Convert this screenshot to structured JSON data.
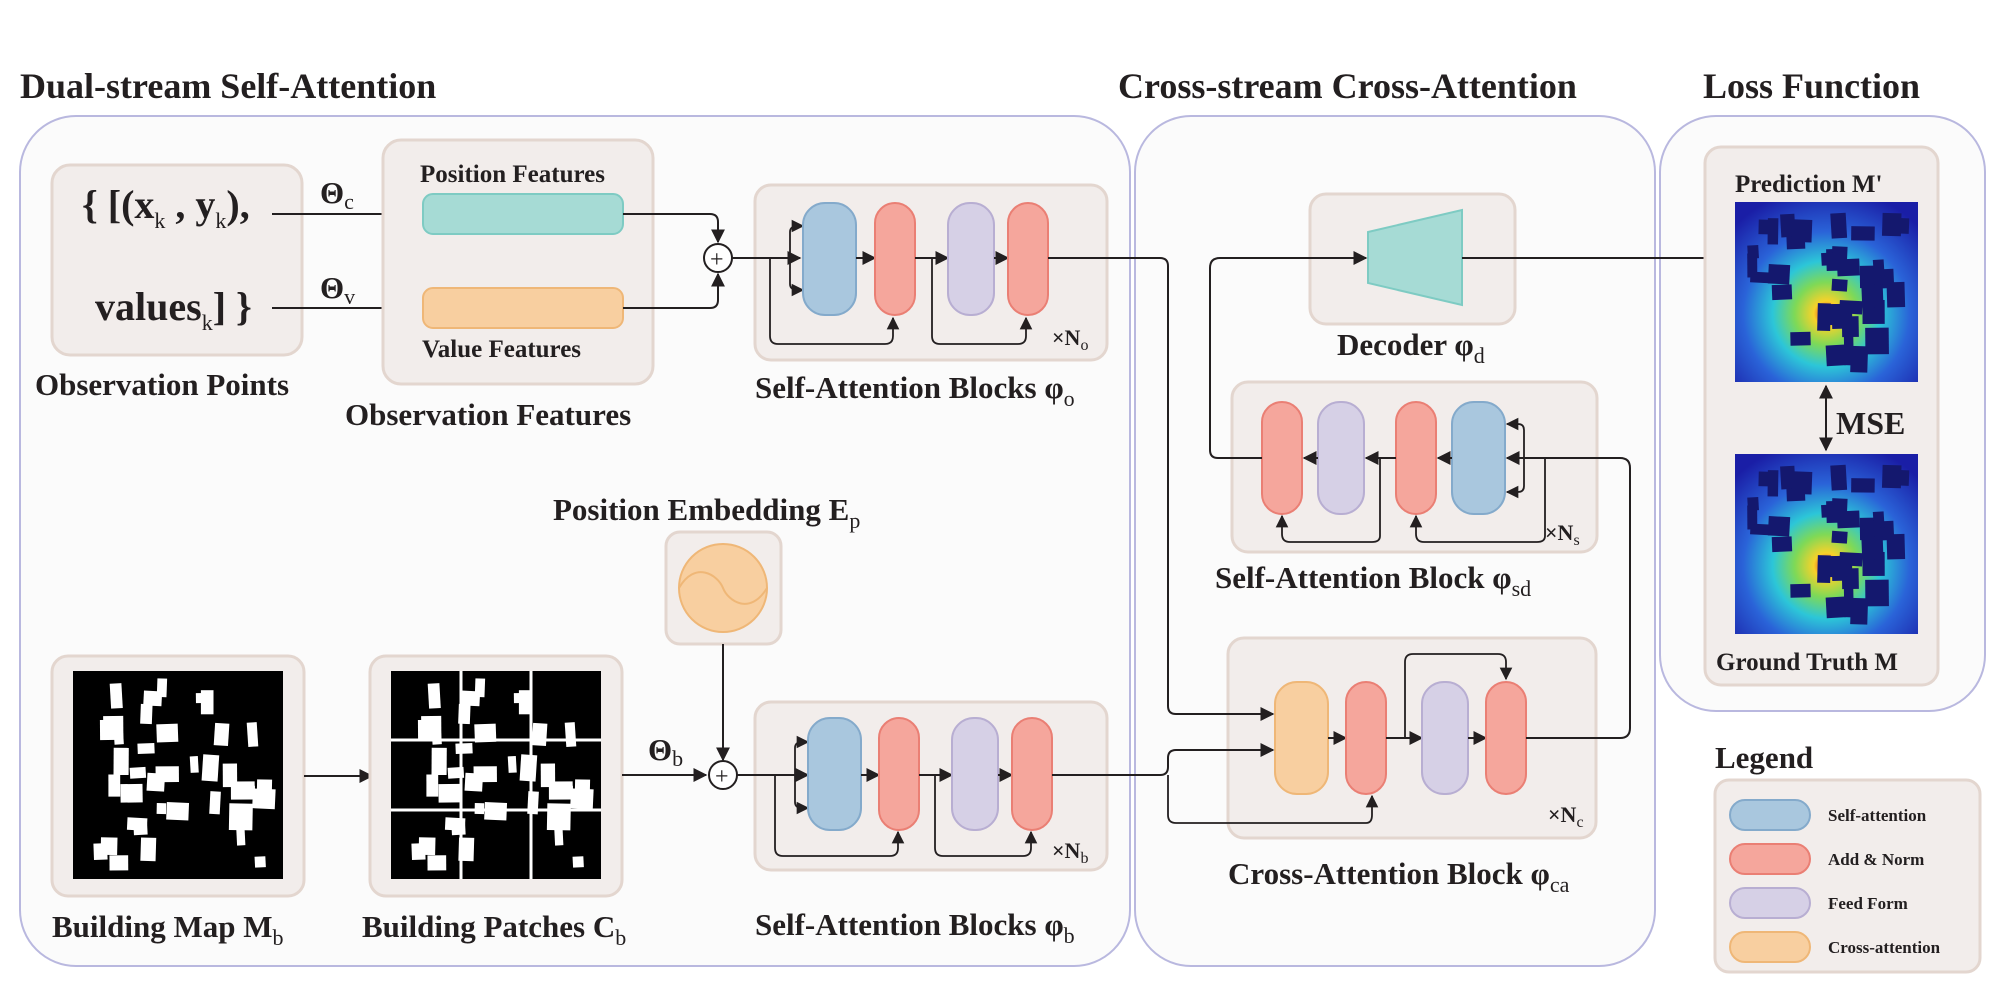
{
  "sections": {
    "dual": "Dual-stream Self-Attention",
    "cross": "Cross-stream Cross-Attention",
    "loss": "Loss Function"
  },
  "observation": {
    "points_line1": "{ [(x",
    "points_line1_sub1": "k",
    "points_line1_mid": " , y",
    "points_line1_sub2": "k",
    "points_line1_end": "),",
    "points_line2": "values",
    "points_line2_sub": "k",
    "points_line2_end": "] }",
    "points_label": "Observation Points",
    "theta_c": "Θ",
    "theta_c_sub": "c",
    "theta_v": "Θ",
    "theta_v_sub": "v",
    "position_features": "Position Features",
    "value_features": "Value Features",
    "features_label": "Observation Features",
    "sab_o_label": "Self-Attention Blocks φ",
    "sab_o_sub": "o",
    "times_no": "×N",
    "times_no_sub": "o"
  },
  "building": {
    "pos_embed_label": "Position Embedding E",
    "pos_embed_sub": "p",
    "map_label": "Building Map M",
    "map_sub": "b",
    "patches_label": "Building Patches C",
    "patches_sub": "b",
    "theta_b": "Θ",
    "theta_b_sub": "b",
    "sab_b_label": "Self-Attention Blocks φ",
    "sab_b_sub": "b",
    "times_nb": "×N",
    "times_nb_sub": "b"
  },
  "cross": {
    "decoder_label": "Decoder φ",
    "decoder_sub": "d",
    "sa_block_label": "Self-Attention Block φ",
    "sa_block_sub": "sd",
    "times_ns": "×N",
    "times_ns_sub": "s",
    "ca_block_label": "Cross-Attention Block φ",
    "ca_block_sub": "ca",
    "times_nc": "×N",
    "times_nc_sub": "c"
  },
  "loss": {
    "prediction": "Prediction M'",
    "mse": "MSE",
    "ground_truth": "Ground Truth M"
  },
  "legend": {
    "title": "Legend",
    "items": [
      {
        "label": "Self-attention",
        "color": "#a9c7de",
        "stroke": "#84aacb"
      },
      {
        "label": "Add & Norm",
        "color": "#f5a69c",
        "stroke": "#ea7f74"
      },
      {
        "label": "Feed Form",
        "color": "#d6d0e6",
        "stroke": "#b8aed2"
      },
      {
        "label": "Cross-attention",
        "color": "#f8cfa0",
        "stroke": "#efb777"
      }
    ]
  },
  "colors": {
    "panel_fill": "#f2edeb",
    "panel_stroke": "#e3d6cf",
    "section_stroke": "#b9b8df",
    "section_fill": "#fbfbfb",
    "teal": "#a6dbd5",
    "orange": "#f8cfa0"
  }
}
